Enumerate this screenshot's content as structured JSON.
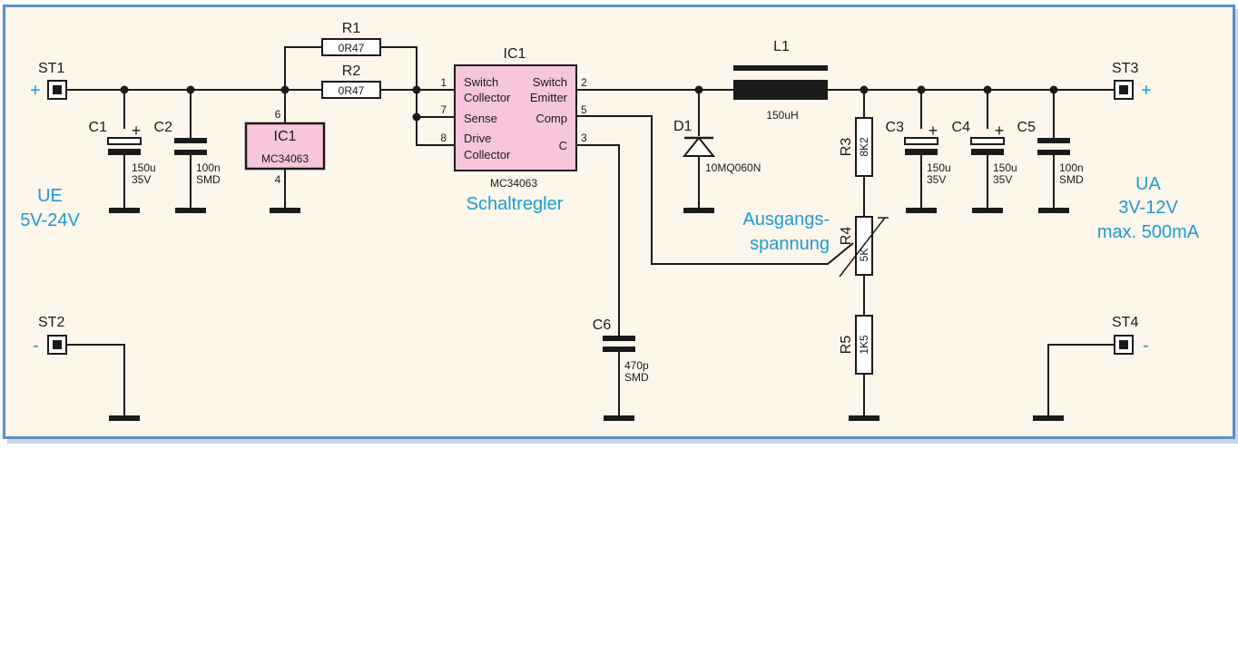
{
  "colors": {
    "border": "#5b8fc9",
    "background": "#fdf6ea",
    "ic_fill": "#f7c6dc",
    "blue_text": "#1f9ad6"
  },
  "connectors": {
    "st1": {
      "name": "ST1",
      "sign": "+"
    },
    "st2": {
      "name": "ST2",
      "sign": "-"
    },
    "st3": {
      "name": "ST3",
      "sign": "+"
    },
    "st4": {
      "name": "ST4",
      "sign": "-"
    }
  },
  "input_label": {
    "name": "UE",
    "range": "5V-24V"
  },
  "output_label": {
    "name": "UA",
    "range": "3V-12V",
    "current": "max. 500mA"
  },
  "resistors": {
    "r1": {
      "name": "R1",
      "value": "0R47"
    },
    "r2": {
      "name": "R2",
      "value": "0R47"
    },
    "r3": {
      "name": "R3",
      "value": "8K2"
    },
    "r4": {
      "name": "R4",
      "value": "5K"
    },
    "r5": {
      "name": "R5",
      "value": "1K5"
    }
  },
  "capacitors": {
    "c1": {
      "name": "C1",
      "value": "150u",
      "rating": "35V",
      "polarity": "+"
    },
    "c2": {
      "name": "C2",
      "value": "100n",
      "rating": "SMD"
    },
    "c3": {
      "name": "C3",
      "value": "150u",
      "rating": "35V",
      "polarity": "+"
    },
    "c4": {
      "name": "C4",
      "value": "150u",
      "rating": "35V",
      "polarity": "+"
    },
    "c5": {
      "name": "C5",
      "value": "100n",
      "rating": "SMD"
    },
    "c6": {
      "name": "C6",
      "value": "470p",
      "rating": "SMD"
    }
  },
  "ic_power": {
    "name": "IC1",
    "part": "MC34063",
    "pin_top": "6",
    "pin_bottom": "4"
  },
  "ic_main": {
    "name": "IC1",
    "part": "MC34063",
    "function": "Schaltregler",
    "pins_left": [
      {
        "num": "1",
        "label_1": "Switch",
        "label_2": "Collector"
      },
      {
        "num": "7",
        "label_1": "Sense"
      },
      {
        "num": "8",
        "label_1": "Drive",
        "label_2": "Collector"
      }
    ],
    "pins_right": [
      {
        "num": "2",
        "label_1": "Switch",
        "label_2": "Emitter"
      },
      {
        "num": "5",
        "label_1": "Comp"
      },
      {
        "num": "3",
        "label_1": "C"
      }
    ]
  },
  "inductor": {
    "name": "L1",
    "value": "150uH"
  },
  "diode": {
    "name": "D1",
    "part": "10MQ060N"
  },
  "trimmer_label": {
    "line_1": "Ausgangs-",
    "line_2": "spannung"
  }
}
